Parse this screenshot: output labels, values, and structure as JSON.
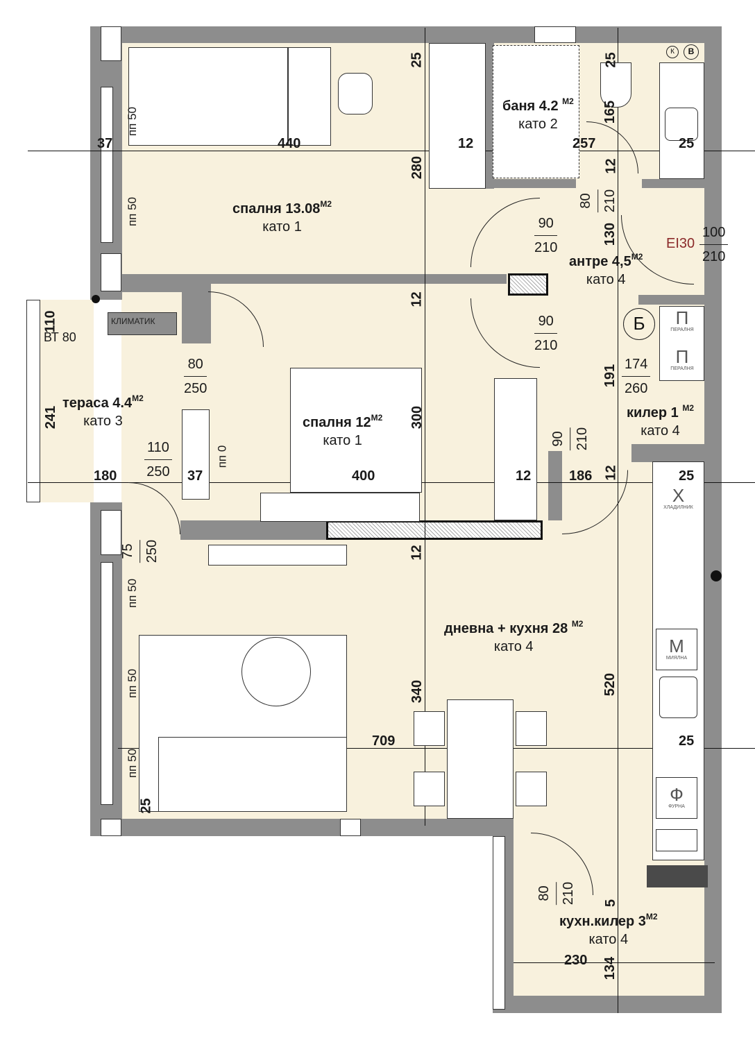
{
  "rooms": {
    "bedroom1": {
      "name": "спалня 13.08",
      "unit": "M2",
      "finish": "като 1"
    },
    "bedroom2": {
      "name": "спалня 12",
      "unit": "M2",
      "finish": "като 1"
    },
    "terrace": {
      "name": "тераса 4.4",
      "unit": "M2",
      "finish": "като 3"
    },
    "bathroom": {
      "name": "баня 4.2",
      "unit": "M2",
      "finish": "като 2"
    },
    "hall": {
      "name": "антре 4,5",
      "unit": "M2",
      "finish": "като 4"
    },
    "closet": {
      "name": "килер 1",
      "unit": "M2",
      "finish": "като 4"
    },
    "living": {
      "name": "дневна + кухня 28",
      "unit": "M2",
      "finish": "като 4"
    },
    "pantry": {
      "name": "кухн.килер 3",
      "unit": "M2",
      "finish": "като 4"
    }
  },
  "dims": [
    "25",
    "440",
    "37",
    "12",
    "257",
    "25",
    "280",
    "165",
    "25",
    "12",
    "130",
    "12",
    "110",
    "241",
    "191",
    "300",
    "180",
    "37",
    "400",
    "12",
    "186",
    "25",
    "12",
    "12",
    "520",
    "340",
    "709",
    "25",
    "25",
    "5",
    "230",
    "134"
  ],
  "doors": [
    {
      "w": "90",
      "h": "210"
    },
    {
      "w": "90",
      "h": "210"
    },
    {
      "w": "80",
      "h": "250"
    },
    {
      "w": "110",
      "h": "250"
    },
    {
      "w": "80",
      "h": "210"
    },
    {
      "w": "100",
      "h": "210"
    },
    {
      "w": "174",
      "h": "260"
    },
    {
      "w": "90",
      "h": "210"
    },
    {
      "w": "75",
      "h": "250"
    },
    {
      "w": "80",
      "h": "210"
    }
  ],
  "labels": {
    "sill": [
      "пп 50",
      "пп 50",
      "пп 50",
      "пп 50",
      "пп 50",
      "пп 0"
    ],
    "bt": "ВТ 80",
    "ac": "КЛИМАТИК",
    "fire_rating": "EI30"
  },
  "appliances": {
    "boiler": "Б",
    "washer1": {
      "glyph": "П",
      "text": "ПЕРАЛНЯ"
    },
    "washer2": {
      "glyph": "П",
      "text": "ПЕРАЛНЯ"
    },
    "fridge": {
      "glyph": "Х",
      "text": "ХЛАДИЛНИК"
    },
    "dishwasher": {
      "glyph": "М",
      "text": "МИЯЛНА"
    },
    "oven": {
      "glyph": "Ф",
      "text": "ФУРНА"
    },
    "k": "К",
    "v": "В"
  },
  "colors": {
    "floor": "#f8f1dd",
    "wall": "#8d8d8d",
    "fire_rating": "#8b2a2a"
  }
}
